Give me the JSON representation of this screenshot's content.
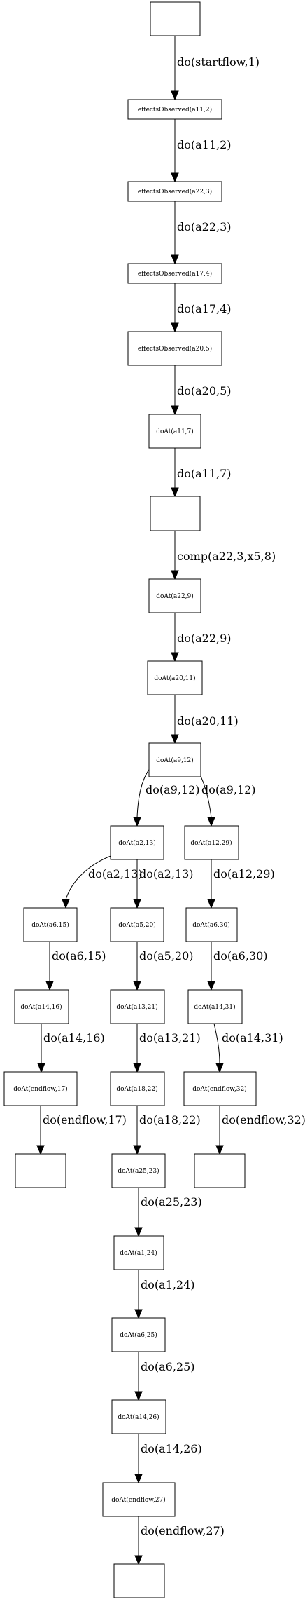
{
  "nodes": {
    "n0": "",
    "n1": "effectsObserved(a11,2)",
    "n2": "effectsObserved(a22,3)",
    "n3": "effectsObserved(a17,4)",
    "n4": "effectsObserved(a20,5)",
    "n5": "doAt(a11,7)",
    "n6": "",
    "n7": "doAt(a22,9)",
    "n8": "doAt(a20,11)",
    "n9": "doAt(a9,12)",
    "n10": "doAt(a2,13)",
    "n11": "doAt(a12,29)",
    "n12": "doAt(a6,15)",
    "n13": "doAt(a5,20)",
    "n14": "doAt(a6,30)",
    "n15": "doAt(a14,16)",
    "n16": "doAt(a13,21)",
    "n17": "doAt(a14,31)",
    "n18": "doAt(endflow,17)",
    "n19": "doAt(a18,22)",
    "n20": "doAt(endflow,32)",
    "n21": "",
    "n22": "doAt(a25,23)",
    "n23": "",
    "n24": "doAt(a1,24)",
    "n25": "doAt(a6,25)",
    "n26": "doAt(a14,26)",
    "n27": "doAt(endflow,27)",
    "n28": ""
  },
  "edges": {
    "e0": "do(startflow,1)",
    "e1": "do(a11,2)",
    "e2": "do(a22,3)",
    "e3": "do(a17,4)",
    "e4": "do(a20,5)",
    "e5": "do(a11,7)",
    "e6": "comp(a22,3,x5,8)",
    "e7": "do(a22,9)",
    "e8": "do(a20,11)",
    "e9": "do(a9,12)",
    "e10": "do(a9,12)",
    "e11": "do(a2,13)",
    "e12": "do(a2,13)",
    "e13": "do(a12,29)",
    "e14": "do(a6,15)",
    "e15": "do(a5,20)",
    "e16": "do(a6,30)",
    "e17": "do(a14,16)",
    "e18": "do(a13,21)",
    "e19": "do(a14,31)",
    "e20": "do(endflow,17)",
    "e21": "do(a18,22)",
    "e22": "do(endflow,32)",
    "e23": "do(a25,23)",
    "e24": "do(a1,24)",
    "e25": "do(a6,25)",
    "e26": "do(a14,26)",
    "e27": "do(endflow,27)"
  }
}
